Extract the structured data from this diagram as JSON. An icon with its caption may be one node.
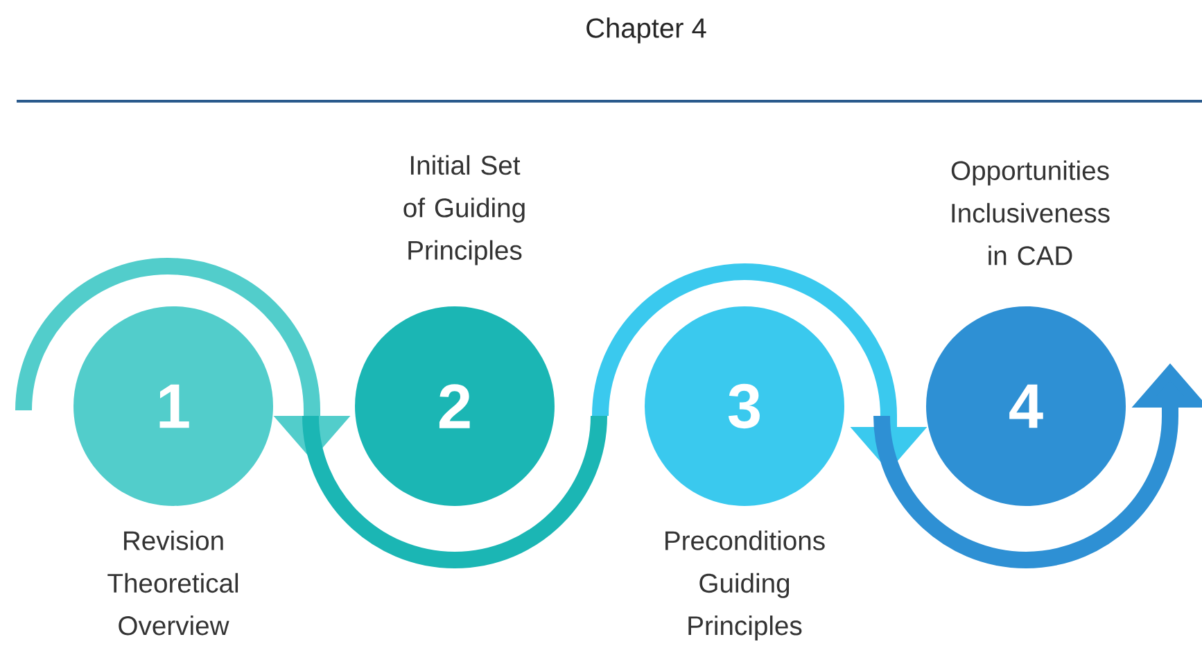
{
  "diagram": {
    "title": "Chapter 4",
    "nodes": [
      {
        "text": [
          "1"
        ],
        "beside": [
          "Revision Theoretical Overview"
        ]
      },
      {
        "text": [
          "2"
        ],
        "beside": [
          "Initial Set of Guiding Principles"
        ]
      },
      {
        "text": [
          "3"
        ],
        "beside": [
          "Preconditions Guiding Principles"
        ]
      },
      {
        "text": [
          "4"
        ],
        "beside": [
          "Opportunities Inclusiveness in CAD"
        ]
      }
    ]
  }
}
